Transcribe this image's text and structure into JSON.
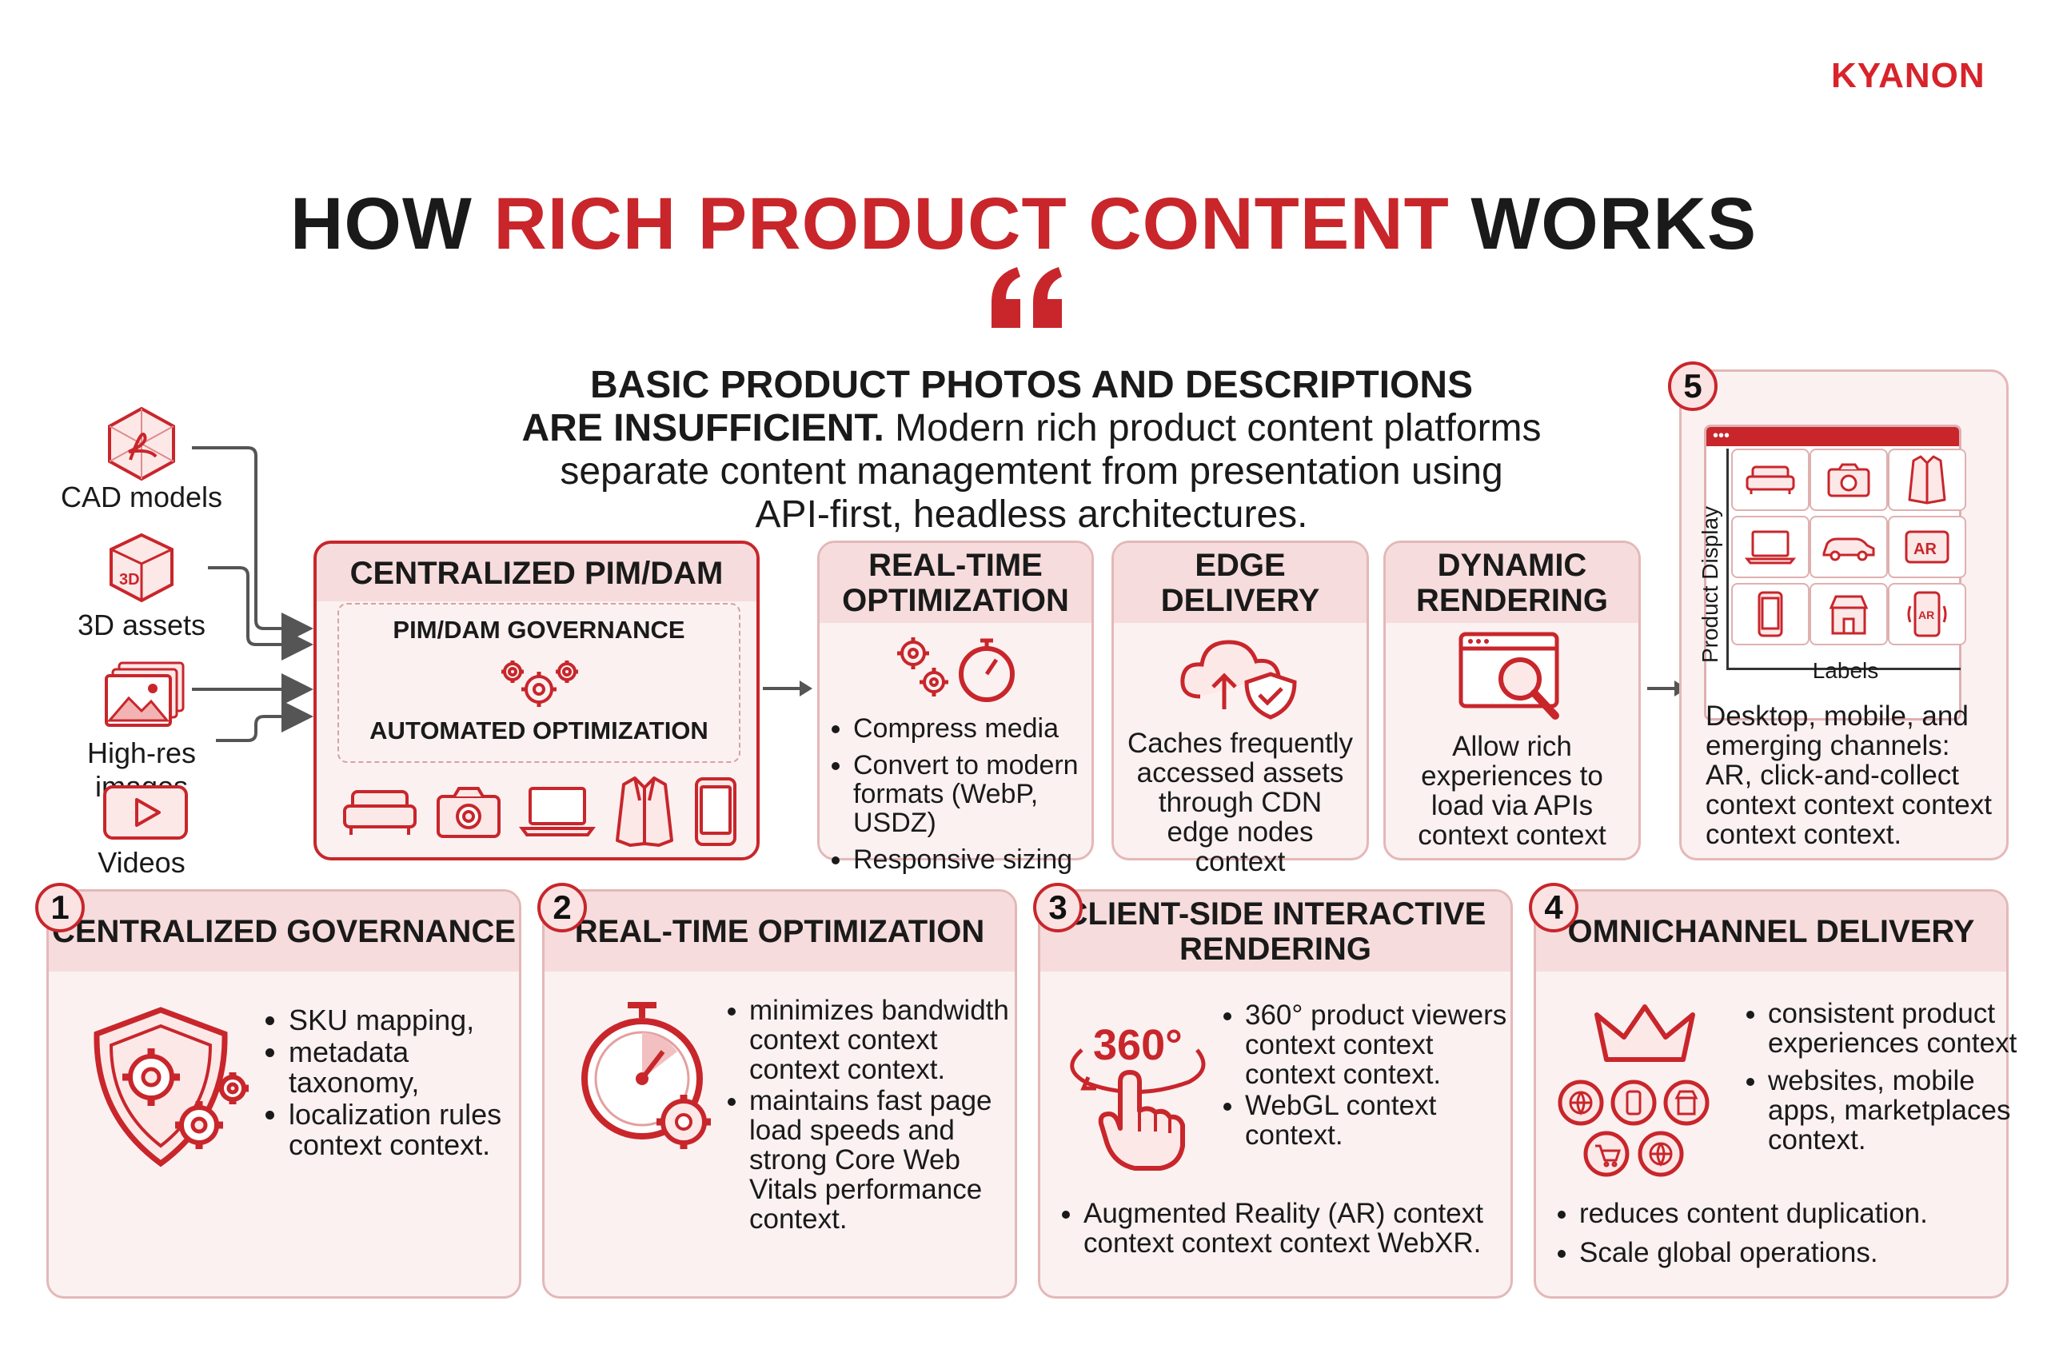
{
  "brand": {
    "logo_text": "KYANON"
  },
  "header": {
    "title_part1": "HOW ",
    "title_highlight": "RICH PRODUCT CONTENT",
    "title_part2": " WORKS"
  },
  "intro": {
    "bold_line1": "BASIC PRODUCT PHOTOS AND DESCRIPTIONS",
    "bold_line2": "ARE INSUFFICIENT.",
    "text_line2": " Modern rich product content platforms",
    "text_line3": "separate content managemtent from presentation using",
    "text_line4": "API-first, headless architectures."
  },
  "sources": [
    {
      "label": "CAD models",
      "icon": "cad-icon"
    },
    {
      "label": "3D assets",
      "icon": "3d-cube-icon"
    },
    {
      "label": "High-res images",
      "icon": "images-icon"
    },
    {
      "label": "Videos",
      "icon": "video-play-icon"
    }
  ],
  "pipeline": {
    "pim": {
      "title": "CENTRALIZED PIM/DAM",
      "governance": "PIM/DAM GOVERNANCE",
      "automation": "AUTOMATED OPTIMIZATION",
      "products": [
        "sofa-icon",
        "camera-icon",
        "laptop-icon",
        "coat-icon",
        "phone-icon"
      ]
    },
    "realtime": {
      "title_line1": "REAL-TIME",
      "title_line2": "OPTIMIZATION",
      "bullets": [
        "Compress media",
        "Convert to modern formats (WebP, USDZ)",
        "Responsive sizing"
      ]
    },
    "edge": {
      "title_line1": "EDGE",
      "title_line2": "DELIVERY",
      "text": "Caches frequently accessed assets through CDN edge nodes context"
    },
    "dynamic": {
      "title_line1": "DYNAMIC",
      "title_line2": "RENDERING",
      "text": "Allow rich experiences to load via APIs context context"
    },
    "display": {
      "number": "5",
      "y_label": "Product Display",
      "x_label": "Labels",
      "grid_icons": [
        "sofa-icon",
        "camera-icon",
        "coat-icon",
        "laptop-icon",
        "car-icon",
        "ar-icon",
        "phone-icon",
        "store-icon",
        "ar-phone-icon"
      ],
      "ar_label": "AR",
      "text": "Desktop, mobile, and emerging channels: AR, click-and-collect context context context context context."
    }
  },
  "features": [
    {
      "number": "1",
      "title": "CENTRALIZED GOVERNANCE",
      "bullets": [
        "SKU mapping,",
        "metadata taxonomy,",
        "localization rules context context."
      ]
    },
    {
      "number": "2",
      "title": "REAL-TIME OPTIMIZATION",
      "bullets": [
        "minimizes bandwidth context context context context.",
        "maintains fast page load speeds and strong Core Web Vitals performance context."
      ]
    },
    {
      "number": "3",
      "title_line1": "CLIENT-SIDE INTERACTIVE",
      "title_line2": "RENDERING",
      "badge": "360°",
      "bullets": [
        "360° product viewers context context context context.",
        "WebGL context context."
      ],
      "extra_bullet": "Augmented Reality (AR) context context context context WebXR."
    },
    {
      "number": "4",
      "title": "OMNICHANNEL DELIVERY",
      "bullets": [
        "consistent product experiences context",
        "websites, mobile apps, marketplaces context."
      ],
      "extra_bullets": [
        "reduces content duplication.",
        "Scale global operations."
      ]
    }
  ],
  "colors": {
    "accent": "#c8262b",
    "panel_bg": "#fbf1f1",
    "panel_head": "#f6dcdc",
    "border": "#e4b8b8"
  }
}
